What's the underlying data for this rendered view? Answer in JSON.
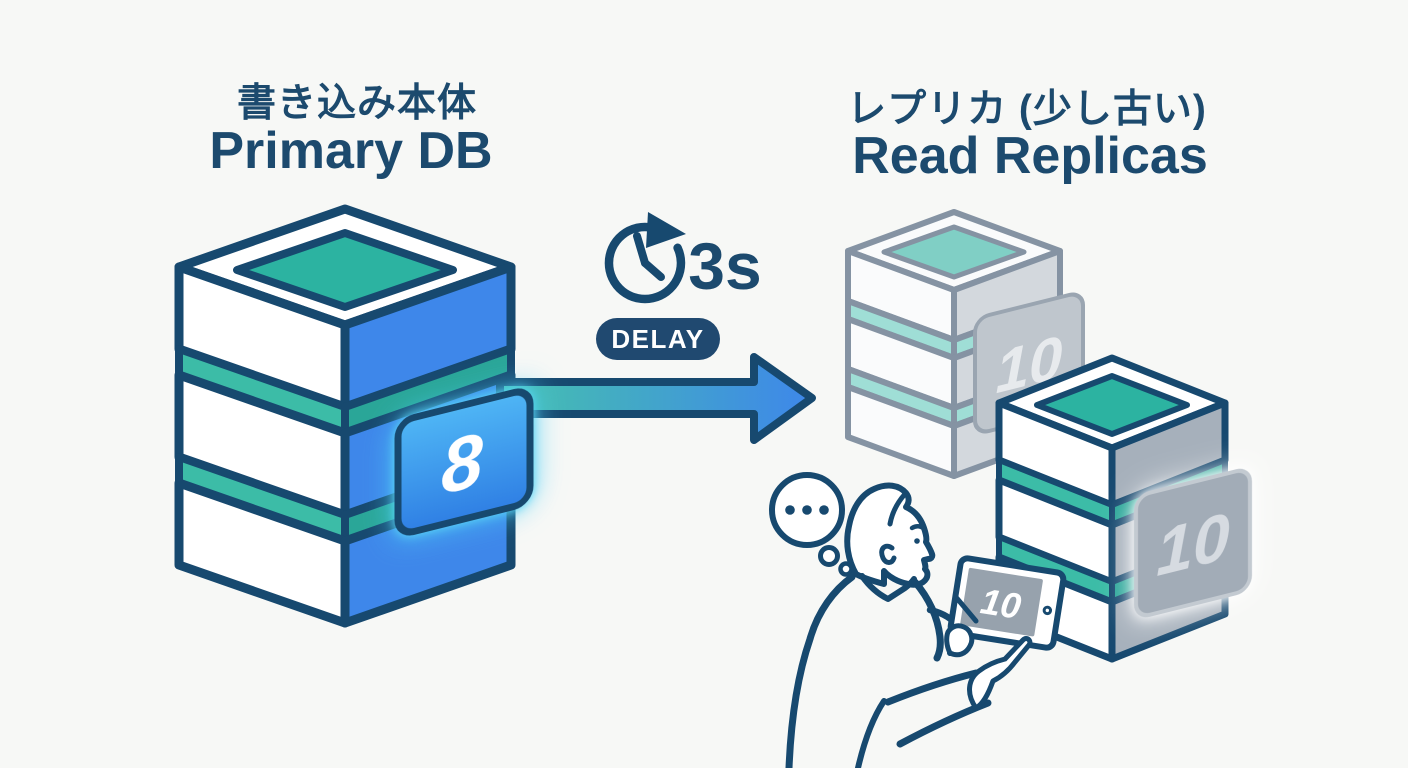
{
  "titles": {
    "primary_jp": "書き込み本体",
    "primary_en": "Primary DB",
    "replica_jp": "レプリカ (少し古い)",
    "replica_en": "Read Replicas"
  },
  "delay": {
    "time": "3s",
    "label": "DELAY"
  },
  "values": {
    "primary": "8",
    "replica_back": "10",
    "replica_front": "10",
    "tablet": "10"
  },
  "icons": {
    "clock": "clock-refresh-icon",
    "thought": "thought-bubble-icon"
  },
  "colors": {
    "bg": "#f7f8f6",
    "navy": "#17496f",
    "titleNavy": "#1c4a6e",
    "white": "#ffffff",
    "tealTop": "#2cb3a1",
    "teal": "#3cbca7",
    "tealDark": "#2aa698",
    "blueFace": "#3e87ea",
    "badgeBlue1": "#4fb6f5",
    "badgeBlue2": "#2f7fe4",
    "glowCyan": "#5bd7f7",
    "grayFace": "#a6b0bb",
    "grayBadge": "#a2acb7",
    "grayBadgeStroke": "#c3cad1",
    "grayBadgeText": "#d6dbe1",
    "fadedOutline": "#8593a3",
    "fadedWhite": "#fafbfc",
    "fadedFace": "#d3d8dd",
    "fadedTeal": "#9fded6",
    "fadedTealTop": "#80cfc5",
    "fadedBadge": "#bfc6cd",
    "fadedBadgeStroke": "#9aa5b1",
    "fadedBadgeText": "#e7eaed",
    "arrowTeal": "#46c1ad",
    "arrowBlue": "#3e87ea",
    "delayBg": "#204970",
    "delayText": "#ffffff",
    "tabletScreen": "#97a2ad"
  }
}
